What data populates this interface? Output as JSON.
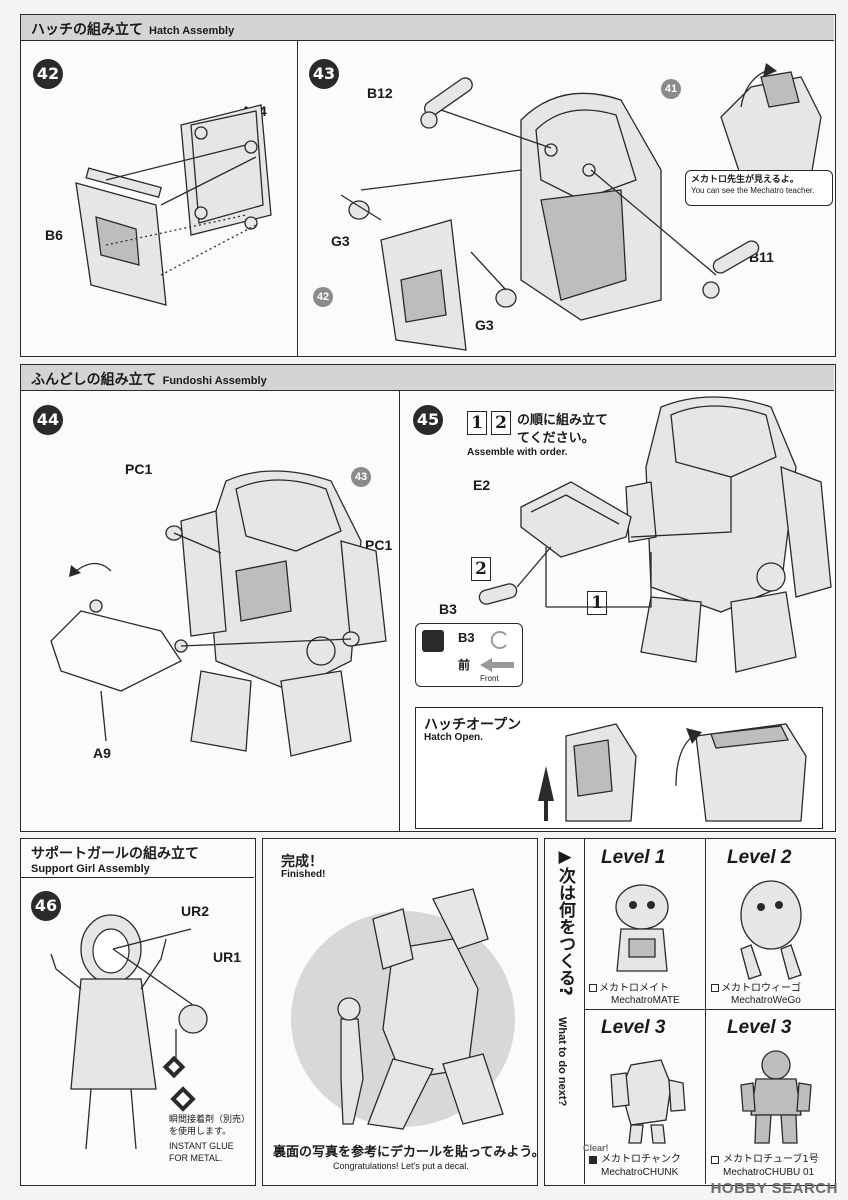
{
  "sections": {
    "hatch": {
      "title_jp": "ハッチの組み立て",
      "title_en": "Hatch Assembly"
    },
    "fundoshi": {
      "title_jp": "ふんどしの組み立て",
      "title_en": "Fundoshi Assembly"
    },
    "support_girl": {
      "title_jp": "サポートガールの組み立て",
      "title_en": "Support Girl Assembly"
    }
  },
  "steps": {
    "s42": {
      "num": "42",
      "parts": {
        "a14": "A14",
        "b6": "B6"
      }
    },
    "s43": {
      "num": "43",
      "ref": "41",
      "parts": {
        "b12": "B12",
        "b11": "B11",
        "g3_left": "G3",
        "g3_right": "G3"
      },
      "sub_ref": "42",
      "note_jp": "メカトロ先生が見えるよ。",
      "note_en": "You can see the Mechatro teacher."
    },
    "s44": {
      "num": "44",
      "ref": "43",
      "parts": {
        "pc1_left": "PC1",
        "pc1_right": "PC1",
        "a9": "A9"
      }
    },
    "s45": {
      "num": "45",
      "order_box1": "1",
      "order_box2": "2",
      "order_jp_1": "の順に組み立て",
      "order_jp_2": "てください。",
      "order_en": "Assemble with order.",
      "parts": {
        "e2": "E2",
        "b3": "B3"
      },
      "box1a": "1",
      "box1b": "1",
      "box2": "2",
      "legend": {
        "part": "B3",
        "front_jp": "前",
        "front_en": "Front"
      },
      "hatch_open_jp": "ハッチオープン",
      "hatch_open_en": "Hatch Open."
    },
    "s46": {
      "num": "46",
      "parts": {
        "ur2": "UR2",
        "ur1": "UR1"
      },
      "glue_jp_1": "瞬間接着剤（別売）",
      "glue_jp_2": "を使用します。",
      "glue_en_1": "INSTANT GLUE",
      "glue_en_2": "FOR METAL."
    }
  },
  "finished": {
    "title_jp": "完成！",
    "title_en": "Finished!",
    "caption_jp": "裏面の写真を参考にデカールを貼ってみよう。",
    "caption_en": "Congratulations! Let's put a decal."
  },
  "next": {
    "heading_jp": "▶次は何をつくる?",
    "heading_en": "What to do next?",
    "items": [
      {
        "level": "Level 1",
        "name_jp": "メカトロメイト",
        "name_en": "MechatroMATE"
      },
      {
        "level": "Level 2",
        "name_jp": "メカトロウィーゴ",
        "name_en": "MechatroWeGo"
      },
      {
        "level": "Level 3",
        "name_jp": "メカトロチャンク",
        "name_en": "MechatroCHUNK",
        "clear": "Clear!"
      },
      {
        "level": "Level 3",
        "name_jp": "メカトロチューブ1号",
        "name_en": "MechatroCHUBU 01"
      }
    ]
  },
  "watermark": "HOBBY SEARCH"
}
